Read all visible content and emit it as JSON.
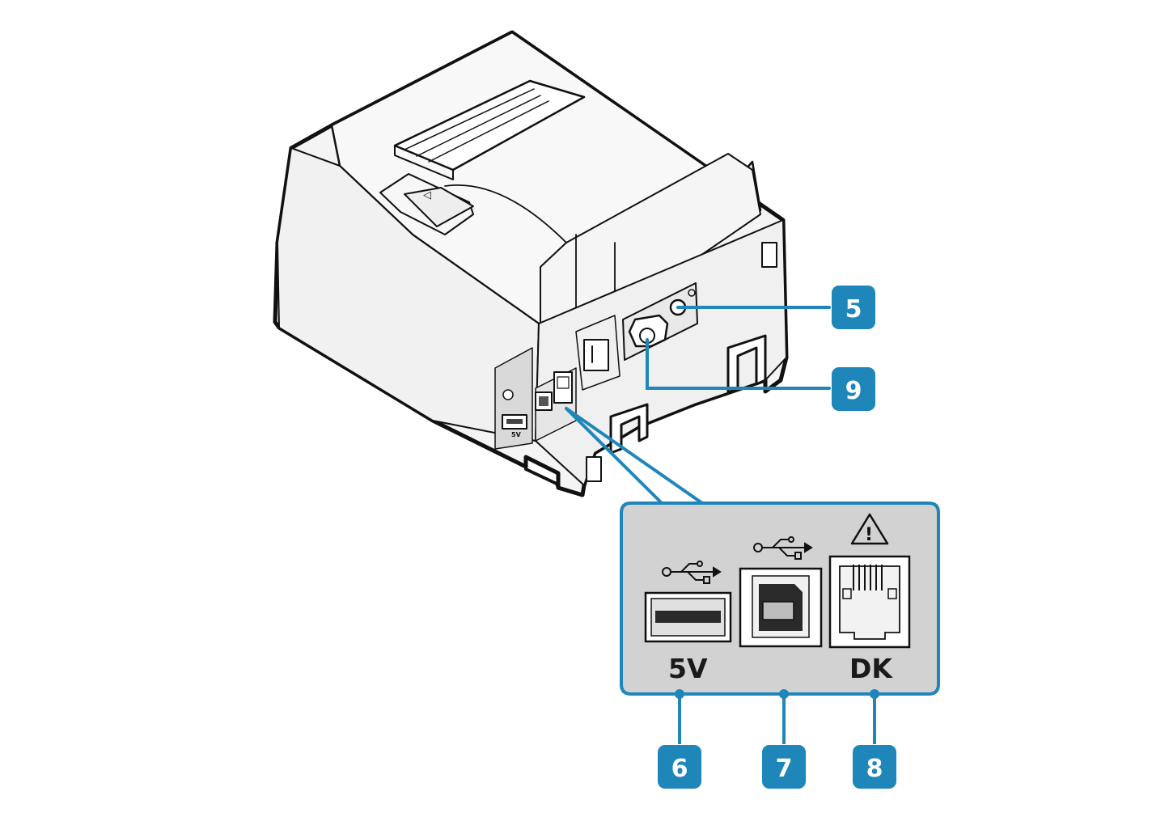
{
  "colors": {
    "callout_blue": "#1f86ba",
    "panel_fill": "#d2d2d2",
    "outline": "#111111",
    "body_fill": "#f4f4f4"
  },
  "device": {
    "small_port_label": "5V",
    "cover_arrow_glyph": "◁"
  },
  "callouts": {
    "c5": "5",
    "c6": "6",
    "c7": "7",
    "c8": "8",
    "c9": "9"
  },
  "detail_panel": {
    "usb_a_label": "5V",
    "dk_label": "DK",
    "usb_a_icon": "usb-icon",
    "usb_b_icon": "usb-icon",
    "warning_icon": "warning-triangle-icon",
    "warning_mark": "!"
  }
}
